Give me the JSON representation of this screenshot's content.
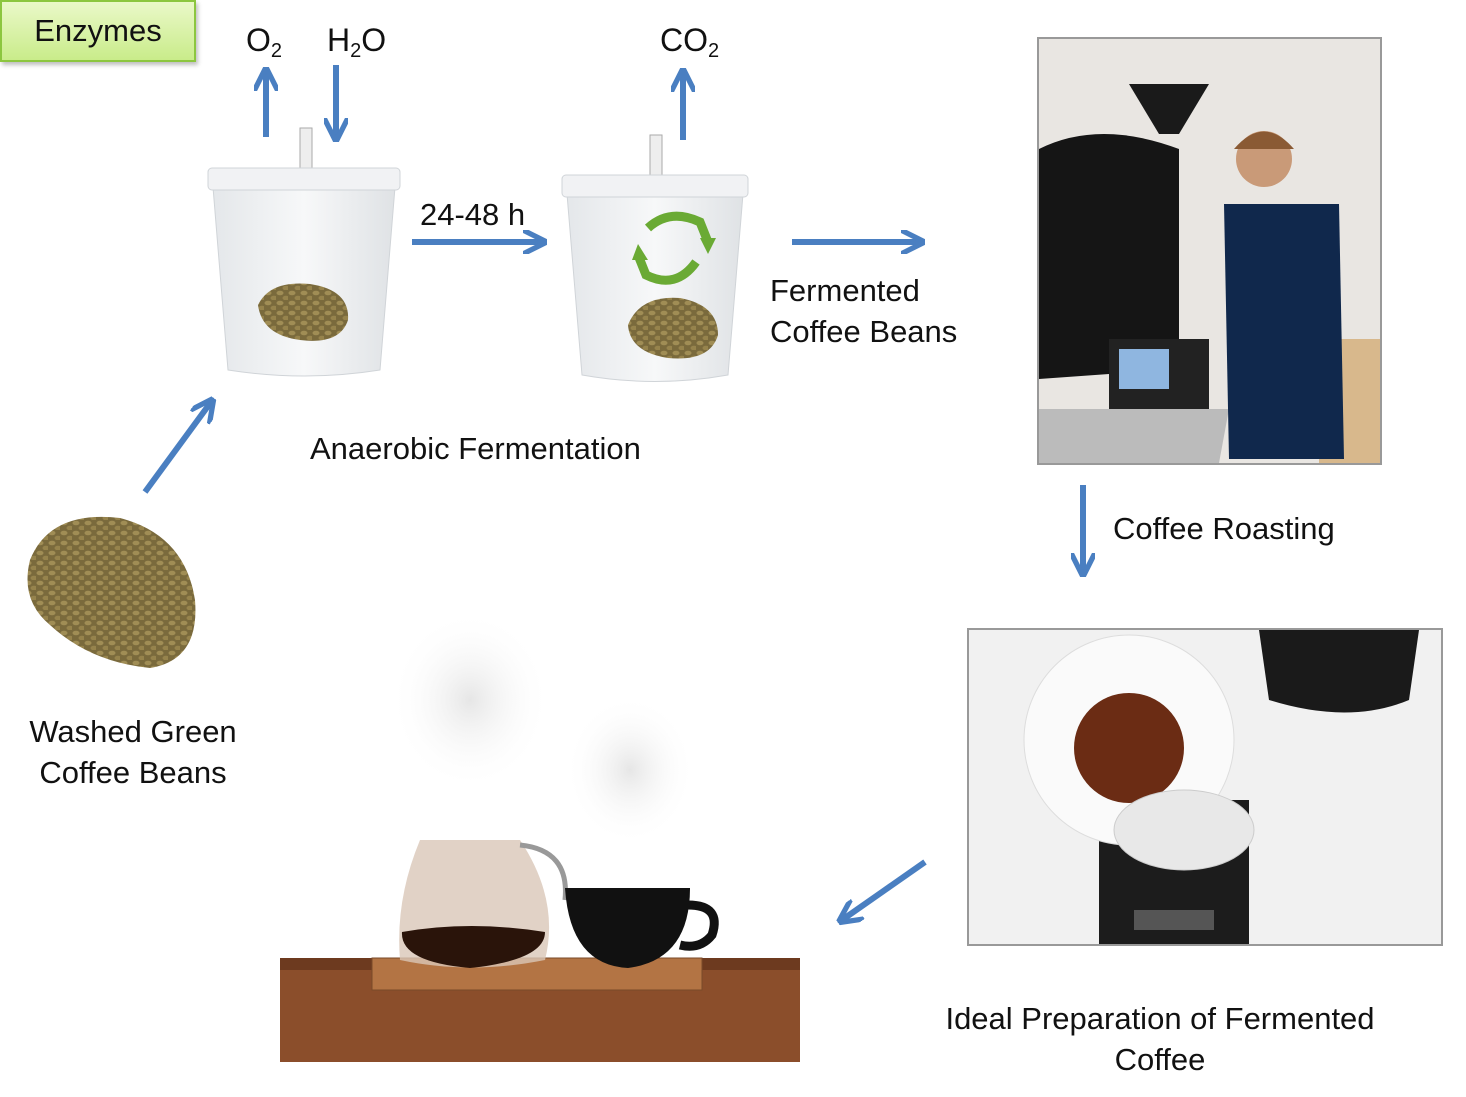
{
  "inputs": {
    "o2": {
      "base": "O",
      "sub": "2"
    },
    "h2o": {
      "a": "H",
      "sub": "2",
      "b": "O"
    }
  },
  "outputs": {
    "co2": {
      "base": "CO",
      "sub": "2"
    }
  },
  "enzymes_label": "Enzymes",
  "duration_label": "24-48 h",
  "fermented_label": [
    "Fermented",
    "Coffee Beans"
  ],
  "fermentation_label": "Anaerobic  Fermentation",
  "washed_label": [
    "Washed Green",
    "Coffee Beans"
  ],
  "roasting_label": "Coffee Roasting",
  "preparation_label": [
    "Ideal Preparation of Fermented",
    "Coffee"
  ],
  "colors": {
    "arrow": "#4a7fc1",
    "enzyme_fill": "#d3ef9e",
    "enzyme_border": "#8cc63f",
    "cycle": "#6aaa34"
  }
}
